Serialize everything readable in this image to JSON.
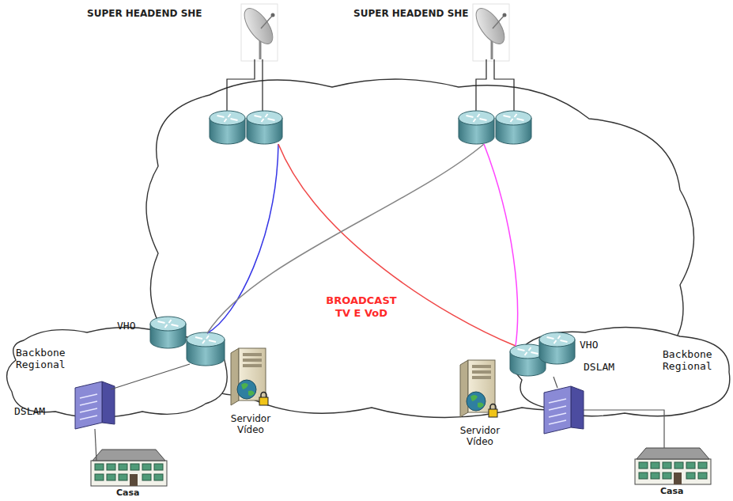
{
  "diagram": {
    "nodes": [
      {
        "text": [
          "BROADCAST TV E VoD"
        ]
      },
      {
        "text": [
          "SUPER HEADEND SHE"
        ]
      },
      {
        "text": [
          "SUPER HEADEND SHE"
        ]
      },
      {
        "text": [
          "Backbone Regional"
        ]
      },
      {
        "text": [
          "VHO"
        ]
      },
      {
        "text": [
          "DSLAM"
        ]
      },
      {
        "text": [
          "Servidor Vídeo"
        ]
      },
      {
        "text": [
          "Casa"
        ]
      },
      {
        "text": [
          "Backbone Regional"
        ]
      },
      {
        "text": [
          "VHO"
        ]
      },
      {
        "text": [
          "DSLAM"
        ]
      },
      {
        "text": [
          "Servidor Vídeo"
        ]
      },
      {
        "text": [
          "Casa"
        ]
      }
    ],
    "edges": [
      {
        "from": 1,
        "to": 4,
        "arrow": "none"
      },
      {
        "from": 1,
        "to": 9,
        "arrow": "none"
      },
      {
        "from": 2,
        "to": 4,
        "arrow": "none"
      },
      {
        "from": 2,
        "to": 9,
        "arrow": "none"
      },
      {
        "from": 4,
        "to": 5,
        "arrow": "none"
      },
      {
        "from": 5,
        "to": 7,
        "arrow": "none"
      },
      {
        "from": 9,
        "to": 10,
        "arrow": "none"
      },
      {
        "from": 10,
        "to": 12,
        "arrow": "none"
      }
    ]
  }
}
